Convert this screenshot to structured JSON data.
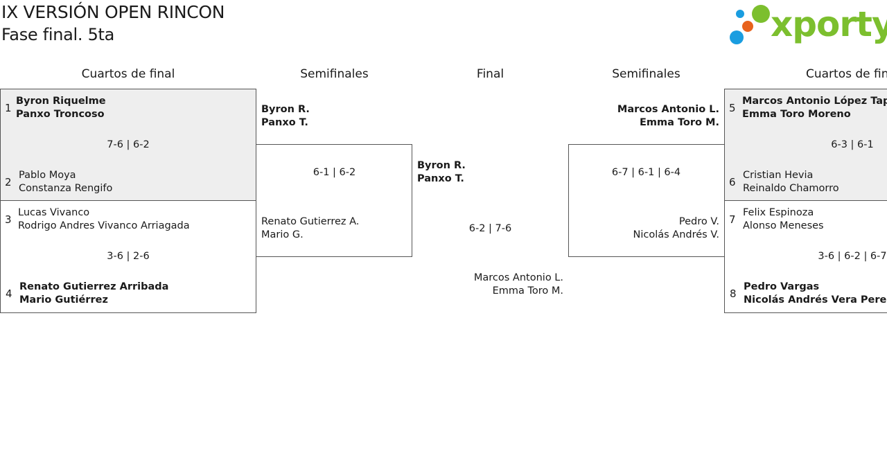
{
  "header": {
    "title": "IX VERSIÓN OPEN RINCON",
    "subtitle": "Fase final. 5ta",
    "logo_text": "xporty",
    "logo_colors": [
      "#1a9de0",
      "#7cbf2e",
      "#e8621c",
      "#1a9de0"
    ]
  },
  "rounds": {
    "quarter_left": "Cuartos de final",
    "semi_left": "Semifinales",
    "final": "Final",
    "semi_right": "Semifinales",
    "quarter_right": "Cuartos de final"
  },
  "qf": {
    "m1": {
      "seed_a": "1",
      "a1": "Byron Riquelme",
      "a2": "Panxo Troncoso",
      "score": "7-6 | 6-2",
      "seed_b": "2",
      "b1": "Pablo Moya",
      "b2": "Constanza Rengifo"
    },
    "m2": {
      "seed_a": "3",
      "a1": "Lucas Vivanco",
      "a2": "Rodrigo Andres Vivanco Arriagada",
      "score": "3-6 | 2-6",
      "seed_b": "4",
      "b1": "Renato Gutierrez Arribada",
      "b2": "Mario Gutiérrez"
    },
    "m3": {
      "seed_a": "5",
      "a1": "Marcos Antonio López Tapia",
      "a2": "Emma Toro Moreno",
      "score": "6-3 | 6-1",
      "seed_b": "6",
      "b1": "Cristian Hevia",
      "b2": "Reinaldo Chamorro"
    },
    "m4": {
      "seed_a": "7",
      "a1": "Felix Espinoza",
      "a2": "Alonso Meneses",
      "score": "3-6 | 6-2 | 6-7",
      "seed_b": "8",
      "b1": "Pedro Vargas",
      "b2": "Nicolás Andrés Vera Perez"
    }
  },
  "sf": {
    "left": {
      "a1": "Byron R.",
      "a2": "Panxo T.",
      "score": "6-1 | 6-2",
      "b1": "Renato Gutierrez A.",
      "b2": "Mario G."
    },
    "right": {
      "a1": "Marcos Antonio L.",
      "a2": "Emma Toro M.",
      "score": "6-7 | 6-1 | 6-4",
      "b1": "Pedro V.",
      "b2": "Nicolás Andrés V."
    }
  },
  "final": {
    "a1": "Byron R.",
    "a2": "Panxo T.",
    "score": "6-2 | 7-6",
    "b1": "Marcos Antonio L.",
    "b2": "Emma Toro M."
  }
}
